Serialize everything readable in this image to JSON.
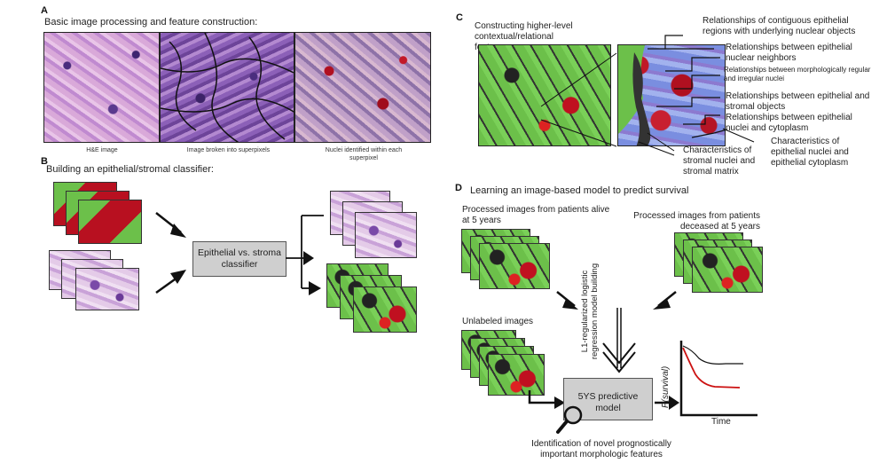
{
  "panel_a": {
    "letter": "A",
    "title": "Basic image processing and feature construction:",
    "captions": [
      "H&E image",
      "Image broken into superpixels",
      "Nuclei identified within each superpixel"
    ]
  },
  "panel_b": {
    "letter": "B",
    "title": "Building an epithelial/stromal classifier:",
    "classifier_label": "Epithelial vs. stroma classifier"
  },
  "panel_c": {
    "letter": "C",
    "title": "Constructing higher-level contextual/relational features:",
    "labels": [
      "Relationships of contiguous epithelial regions with underlying nuclear objects",
      "Relationships between epithelial nuclear neighbors",
      "Relationships between morphologically regular and irregular nuclei",
      "Relationships between epithelial and stromal objects",
      "Relationships between epithelial nuclei and cytoplasm",
      "Characteristics of epithelial nuclei and epithelial cytoplasm",
      "Characteristics of stromal nuclei and stromal matrix"
    ]
  },
  "panel_d": {
    "letter": "D",
    "title": "Learning an image-based model to predict survival",
    "alive_label": "Processed images from patients alive at 5 years",
    "deceased_label": "Processed images from patients deceased at 5 years",
    "unlabeled_label": "Unlabeled images",
    "regression_label": "L1-regularized logistic regression model building",
    "model_label": "5YS predictive model",
    "novel_label": "Identification of novel prognostically important morphologic features",
    "plot_ylabel": "P(survival)",
    "plot_xlabel": "Time"
  },
  "colors": {
    "epithelium_green": "#6cc04a",
    "nuclei_red": "#b81020",
    "survival_black": "#111111",
    "survival_red": "#cc1111",
    "box_gray": "#cfcfcf"
  }
}
